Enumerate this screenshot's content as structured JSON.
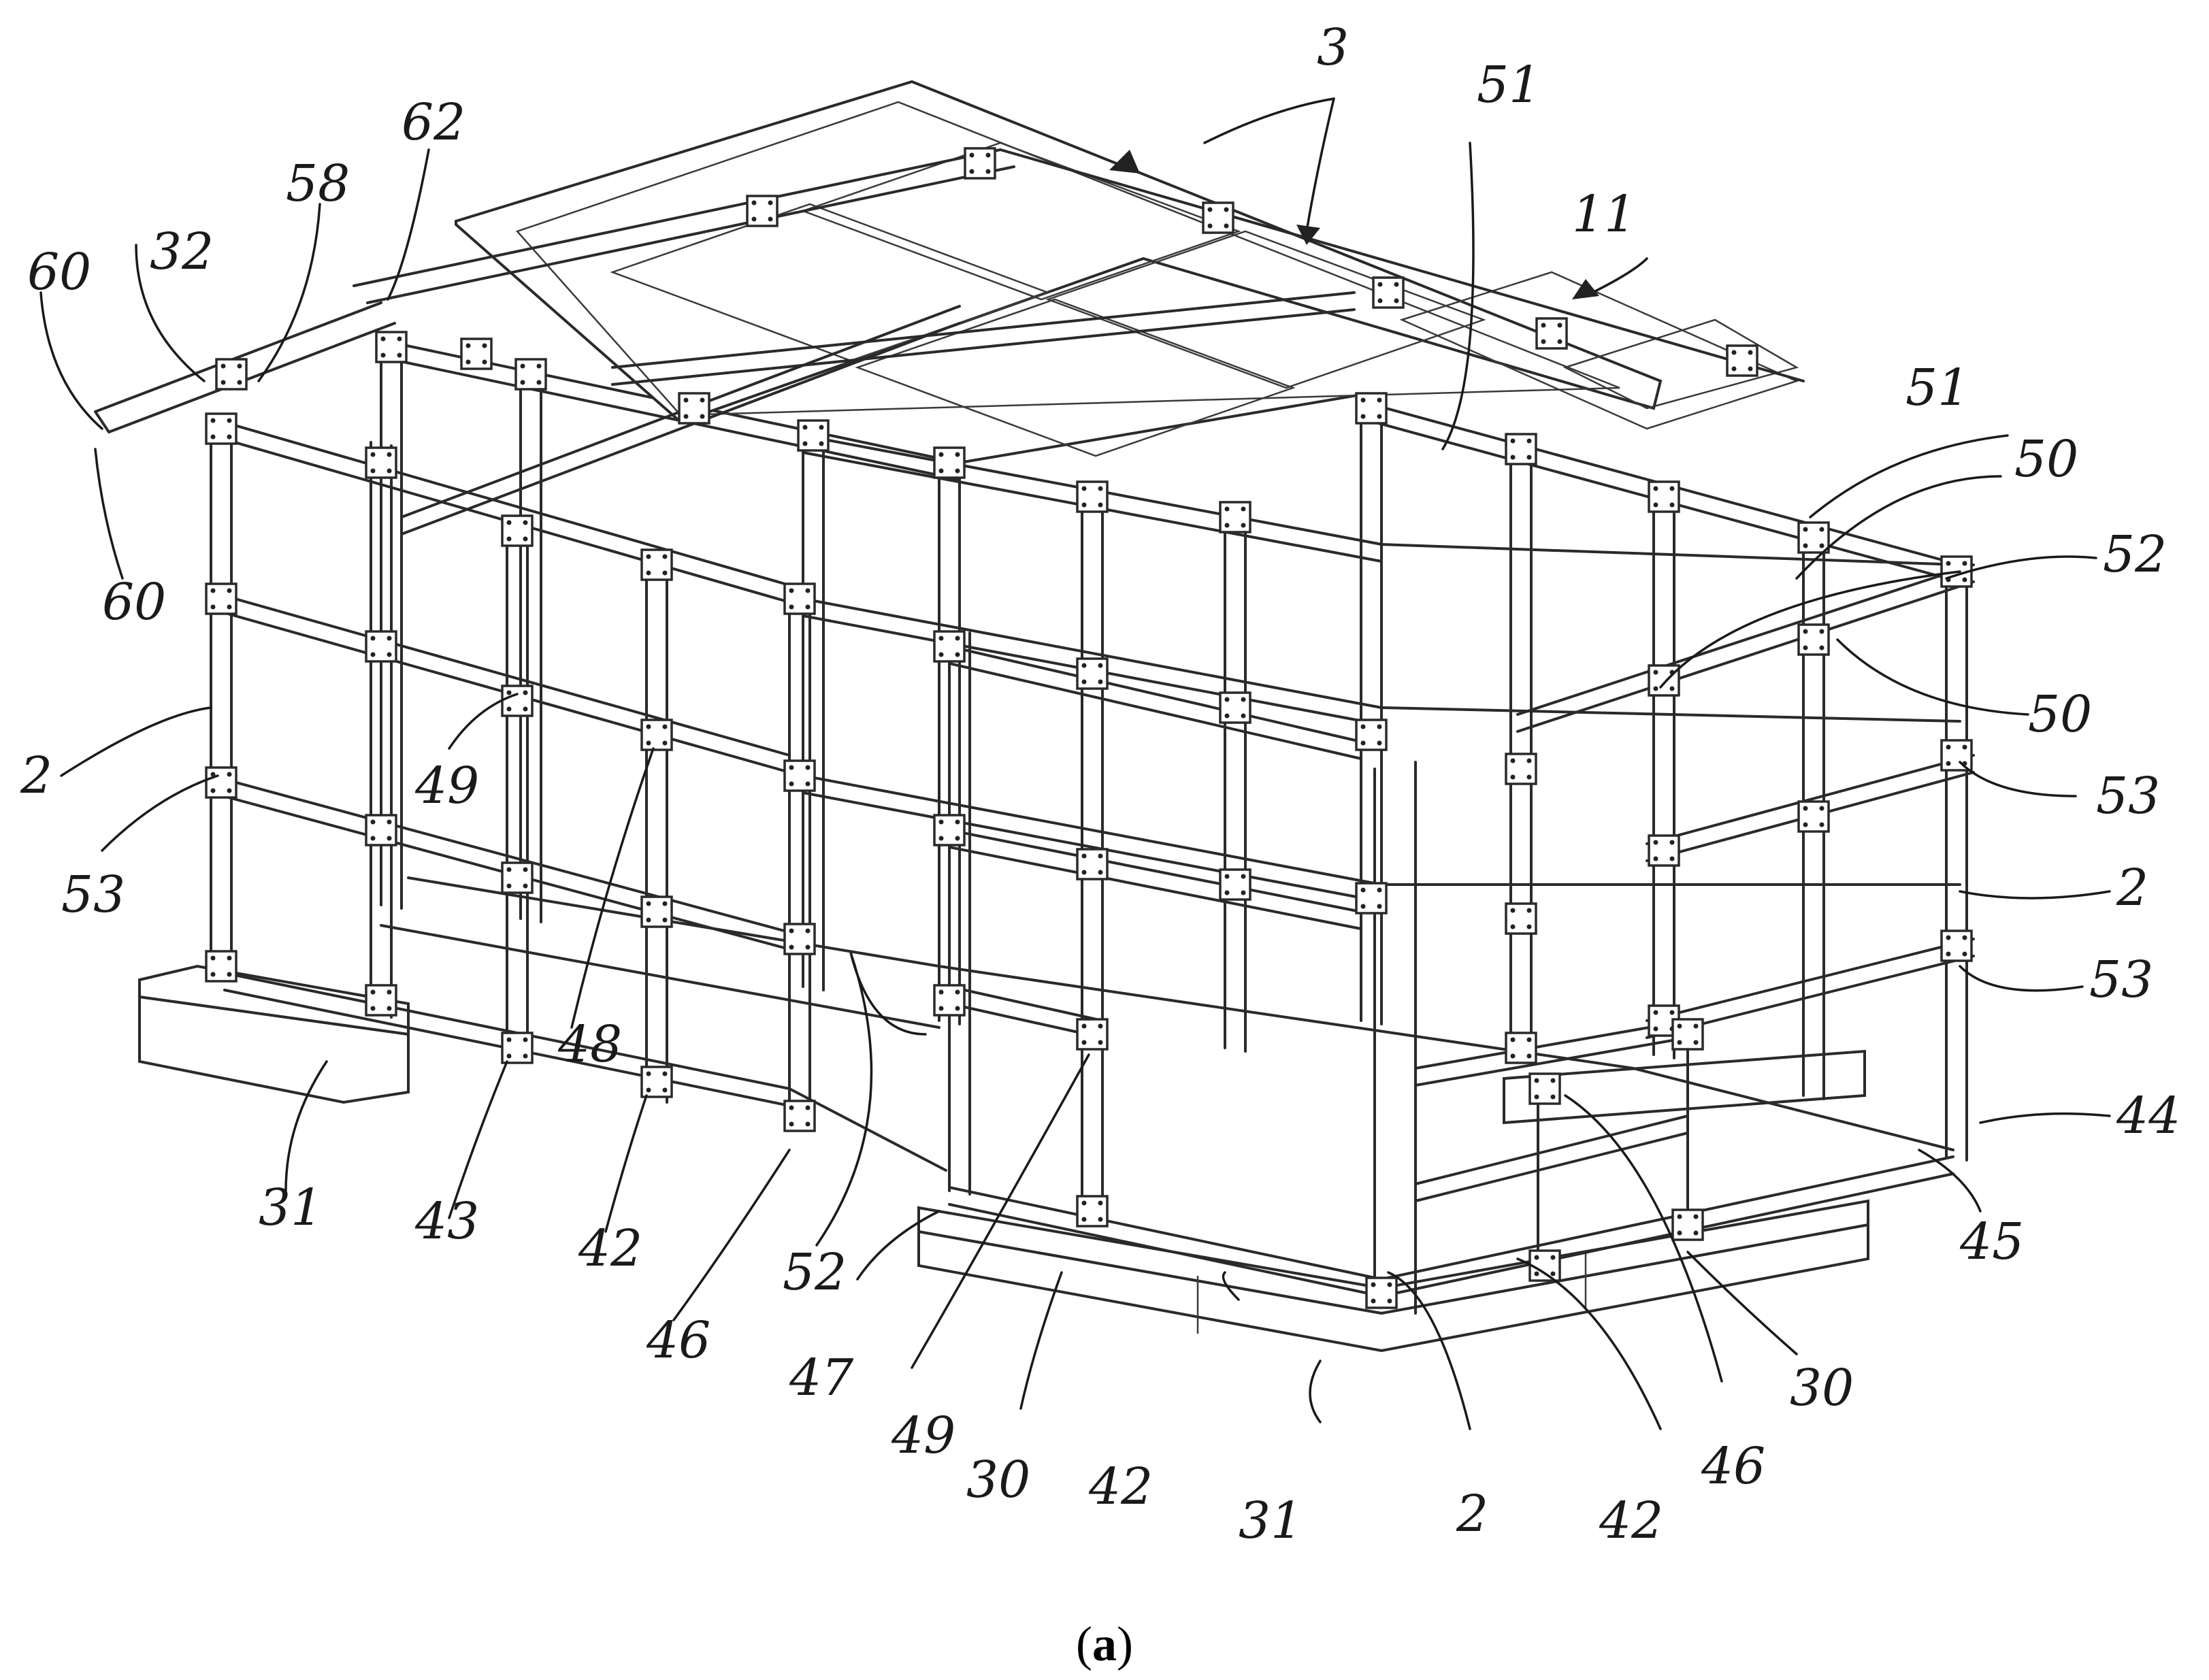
{
  "caption": {
    "open": "(",
    "letter": "a",
    "close": ")"
  },
  "labels": [
    {
      "id": "l3",
      "text": "3"
    },
    {
      "id": "l51a",
      "text": "51"
    },
    {
      "id": "l62",
      "text": "62"
    },
    {
      "id": "l58",
      "text": "58"
    },
    {
      "id": "l32",
      "text": "32"
    },
    {
      "id": "l60a",
      "text": "60"
    },
    {
      "id": "l60b",
      "text": "60"
    },
    {
      "id": "l11",
      "text": "11"
    },
    {
      "id": "l51b",
      "text": "51"
    },
    {
      "id": "l50a",
      "text": "50"
    },
    {
      "id": "l52a",
      "text": "52"
    },
    {
      "id": "l50b",
      "text": "50"
    },
    {
      "id": "l53a",
      "text": "53"
    },
    {
      "id": "l2a",
      "text": "2"
    },
    {
      "id": "l53b",
      "text": "53"
    },
    {
      "id": "l44",
      "text": "44"
    },
    {
      "id": "l45",
      "text": "45"
    },
    {
      "id": "l30a",
      "text": "30"
    },
    {
      "id": "l46a",
      "text": "46"
    },
    {
      "id": "l42a",
      "text": "42"
    },
    {
      "id": "l2b",
      "text": "2"
    },
    {
      "id": "l31a",
      "text": "31"
    },
    {
      "id": "l42b",
      "text": "42"
    },
    {
      "id": "l30b",
      "text": "30"
    },
    {
      "id": "l49a",
      "text": "49"
    },
    {
      "id": "l47",
      "text": "47"
    },
    {
      "id": "l52b",
      "text": "52"
    },
    {
      "id": "l46b",
      "text": "46"
    },
    {
      "id": "l42c",
      "text": "42"
    },
    {
      "id": "l43",
      "text": "43"
    },
    {
      "id": "l31b",
      "text": "31"
    },
    {
      "id": "l48",
      "text": "48"
    },
    {
      "id": "l49b",
      "text": "49"
    },
    {
      "id": "l2c",
      "text": "2"
    },
    {
      "id": "l53c",
      "text": "53"
    }
  ]
}
